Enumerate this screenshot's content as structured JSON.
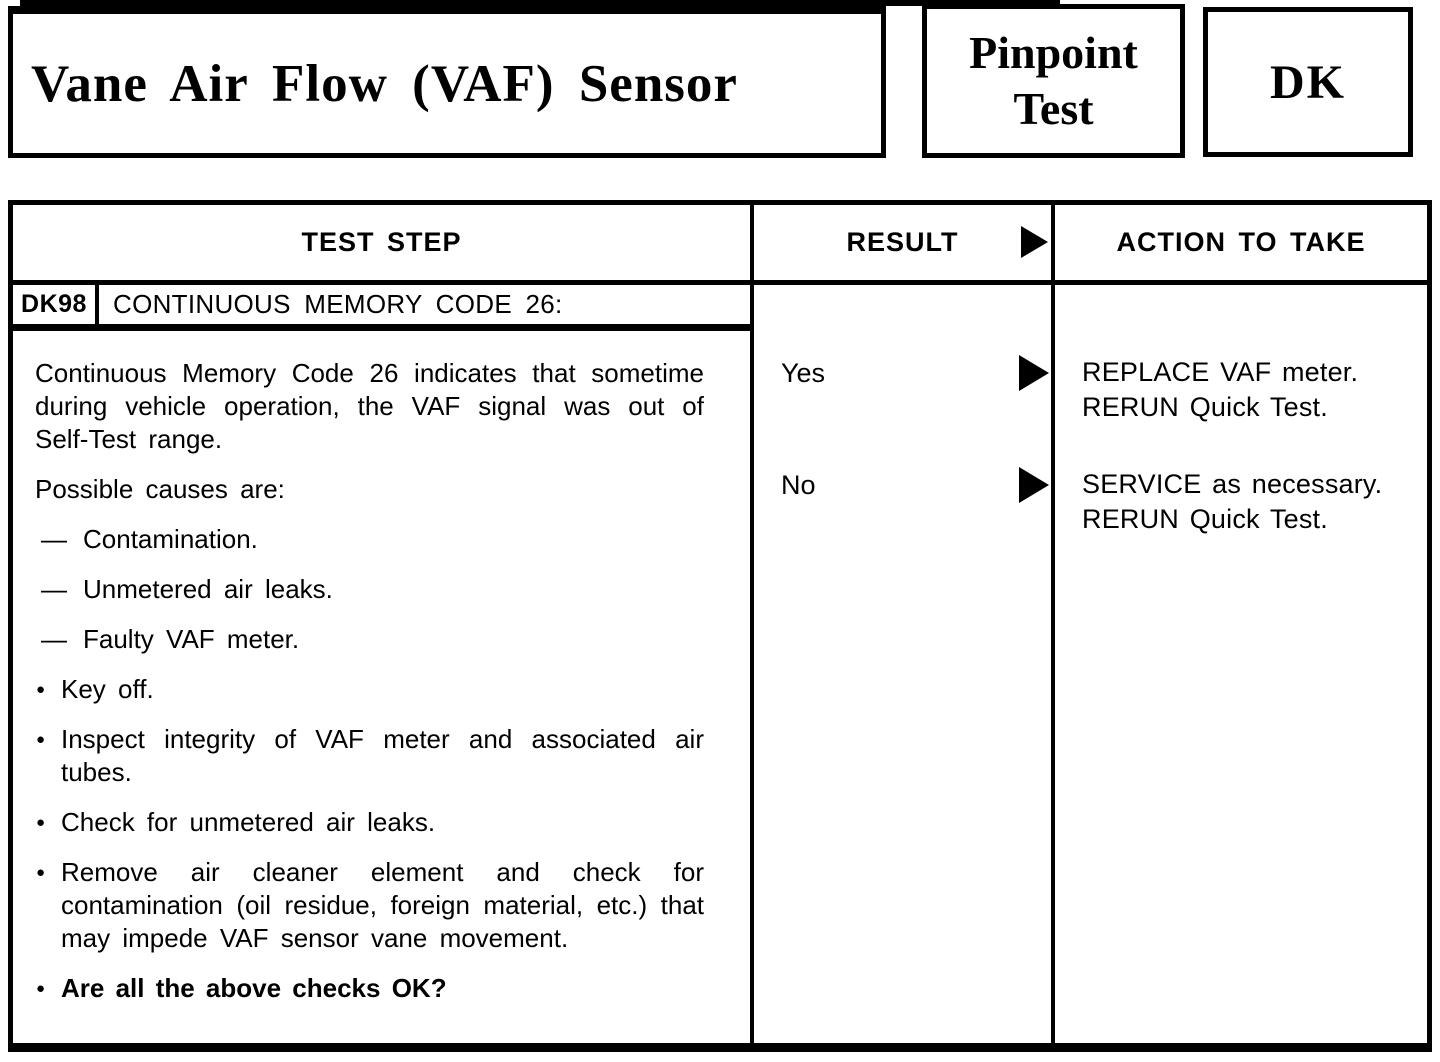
{
  "colors": {
    "ink": "#000000",
    "paper": "#ffffff"
  },
  "icons": {
    "dash": "—",
    "bullet": "●",
    "result_arrow": "▶"
  },
  "header": {
    "title": "Vane Air Flow (VAF) Sensor",
    "pinpoint_line1": "Pinpoint",
    "pinpoint_line2": "Test",
    "code": "DK"
  },
  "table": {
    "columns": [
      "TEST STEP",
      "RESULT",
      "ACTION TO TAKE"
    ],
    "step": {
      "id": "DK98",
      "name": "CONTINUOUS MEMORY CODE 26:",
      "intro": "Continuous Memory Code 26 indicates that sometime during vehicle operation, the VAF signal was out of Self-Test range.",
      "causes_label": "Possible causes are:",
      "causes": [
        "Contamination.",
        "Unmetered air leaks.",
        "Faulty VAF meter."
      ],
      "checks": [
        "Key off.",
        "Inspect integrity of VAF meter and associated air tubes.",
        "Check for unmetered air leaks.",
        "Remove air cleaner element and check for contamination (oil residue, foreign material, etc.) that may impede VAF sensor vane movement."
      ],
      "question": "Are all the above checks OK?"
    },
    "results": [
      {
        "label": "Yes",
        "action_lines": [
          "REPLACE VAF meter.",
          "RERUN Quick Test."
        ]
      },
      {
        "label": "No",
        "action_lines": [
          "SERVICE as necessary.",
          "RERUN Quick Test."
        ]
      }
    ]
  }
}
